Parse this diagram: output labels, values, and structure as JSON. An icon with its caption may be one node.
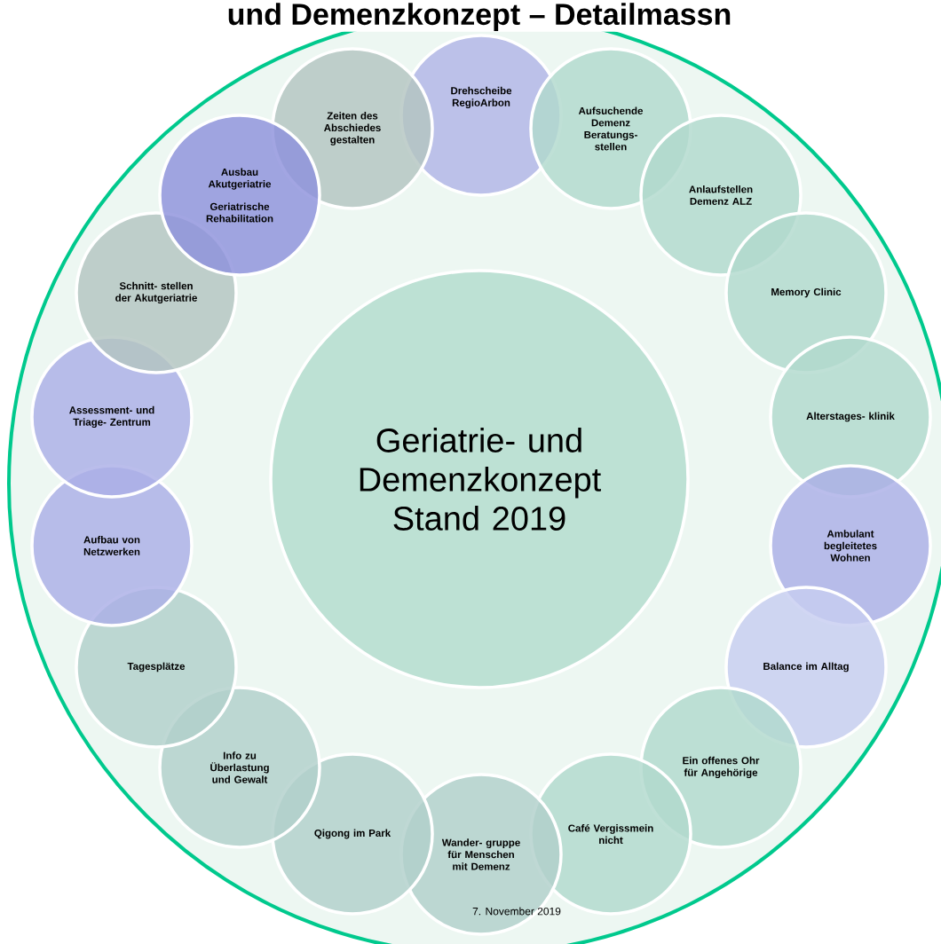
{
  "diagram": {
    "title": "und Demenzkonzept – Detailmassn",
    "nodes": [
      {
        "text": [
          "Geriatrie- und Demenzkonzept Stand 2019"
        ]
      },
      {
        "text": [
          "Drehscheibe RegioArbon"
        ]
      },
      {
        "text": [
          "Aufsuchende Demenz Beratungs- stellen"
        ]
      },
      {
        "text": [
          "Anlaufstellen Demenz ALZ"
        ]
      },
      {
        "text": [
          "Memory Clinic"
        ]
      },
      {
        "text": [
          "Alterstages- klinik"
        ]
      },
      {
        "text": [
          "Ambulant begleitetes Wohnen"
        ]
      },
      {
        "text": [
          "Balance im Alltag"
        ]
      },
      {
        "text": [
          "Ein offenes Ohr für Angehörige"
        ]
      },
      {
        "text": [
          "Café Vergissmein nicht"
        ]
      },
      {
        "text": [
          "Wander- gruppe für Menschen mit Demenz"
        ]
      },
      {
        "text": [
          "Qigong im Park"
        ]
      },
      {
        "text": [
          "Info zu Überlastung und Gewalt"
        ]
      },
      {
        "text": [
          "Tagesplätze"
        ]
      },
      {
        "text": [
          "Aufbau von Netzwerken"
        ]
      },
      {
        "text": [
          "Assessment- und Triage- Zentrum"
        ]
      },
      {
        "text": [
          "Schnitt- stellen der Akutgeriatrie"
        ]
      },
      {
        "text": [
          "Ausbau Akutgeriatrie",
          "Geriatrische Rehabilitation"
        ]
      },
      {
        "text": [
          "Zeiten des Abschiedes gestalten"
        ]
      }
    ],
    "labels": [
      "7. November 2019"
    ]
  }
}
